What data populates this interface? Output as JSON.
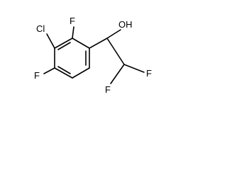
{
  "molecule": {
    "atoms": {
      "cl": "Cl",
      "f_ortho": "F",
      "f_para": "F",
      "oh": "OH",
      "f_difluoro_a": "F",
      "f_difluoro_b": "F"
    }
  }
}
